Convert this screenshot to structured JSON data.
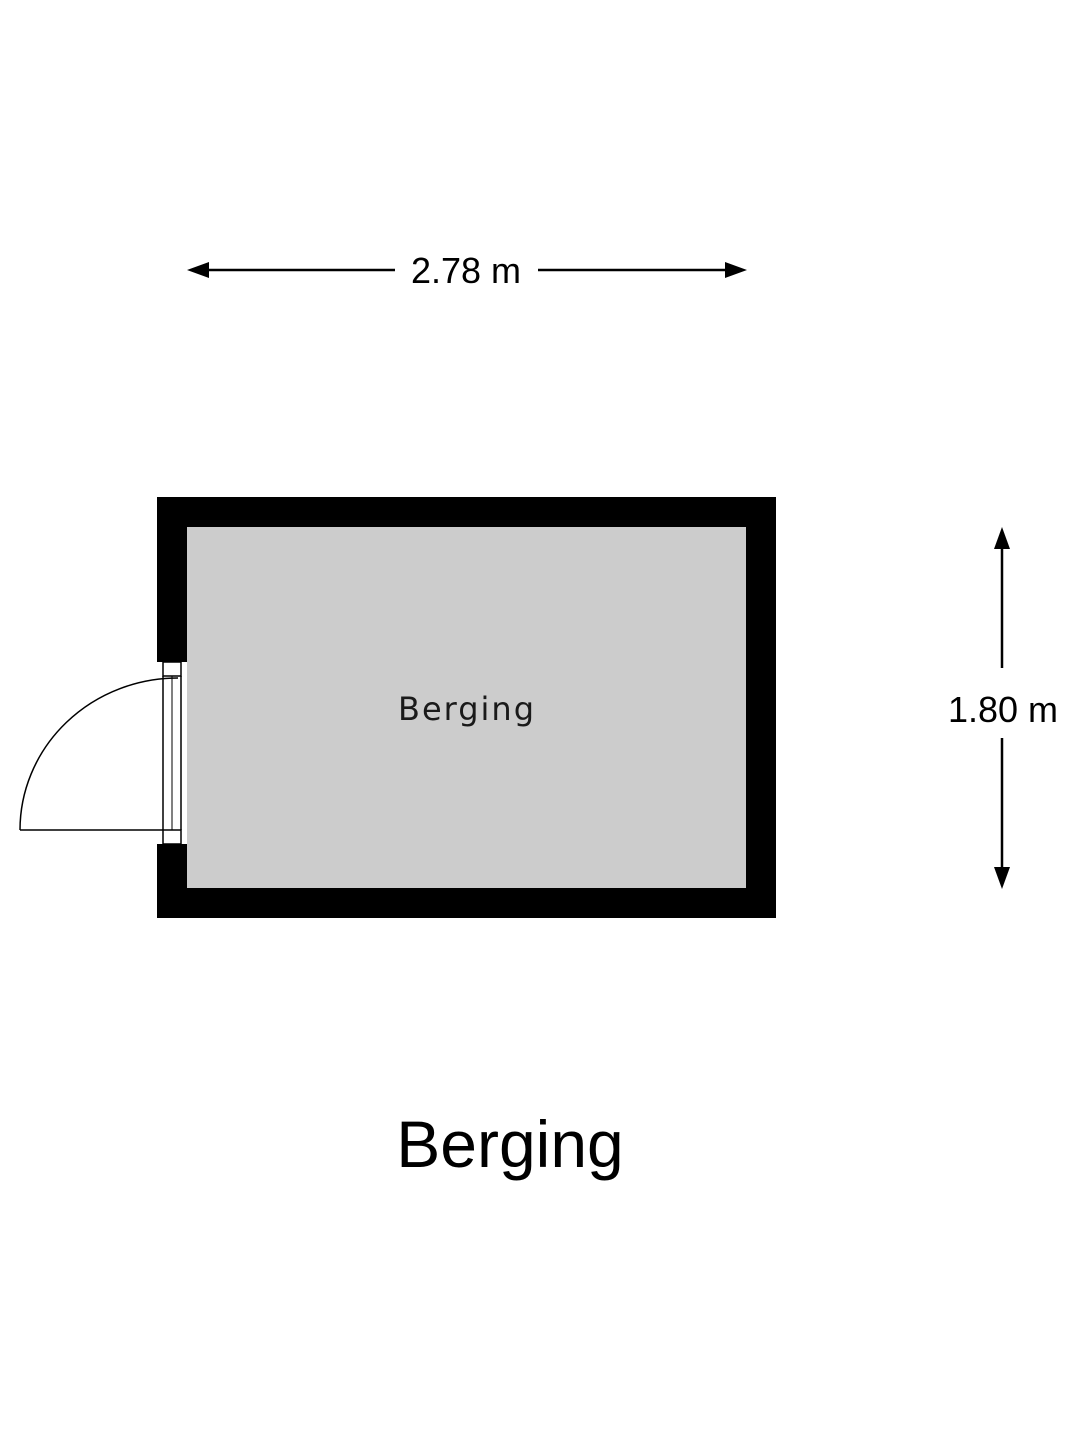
{
  "plan": {
    "title": "Berging",
    "room": {
      "label": "Berging",
      "width_label": "2.78 m",
      "depth_label": "1.80 m"
    }
  },
  "colors": {
    "wall": "#000000",
    "floor": "#cccccc",
    "background": "#ffffff",
    "line": "#000000"
  }
}
